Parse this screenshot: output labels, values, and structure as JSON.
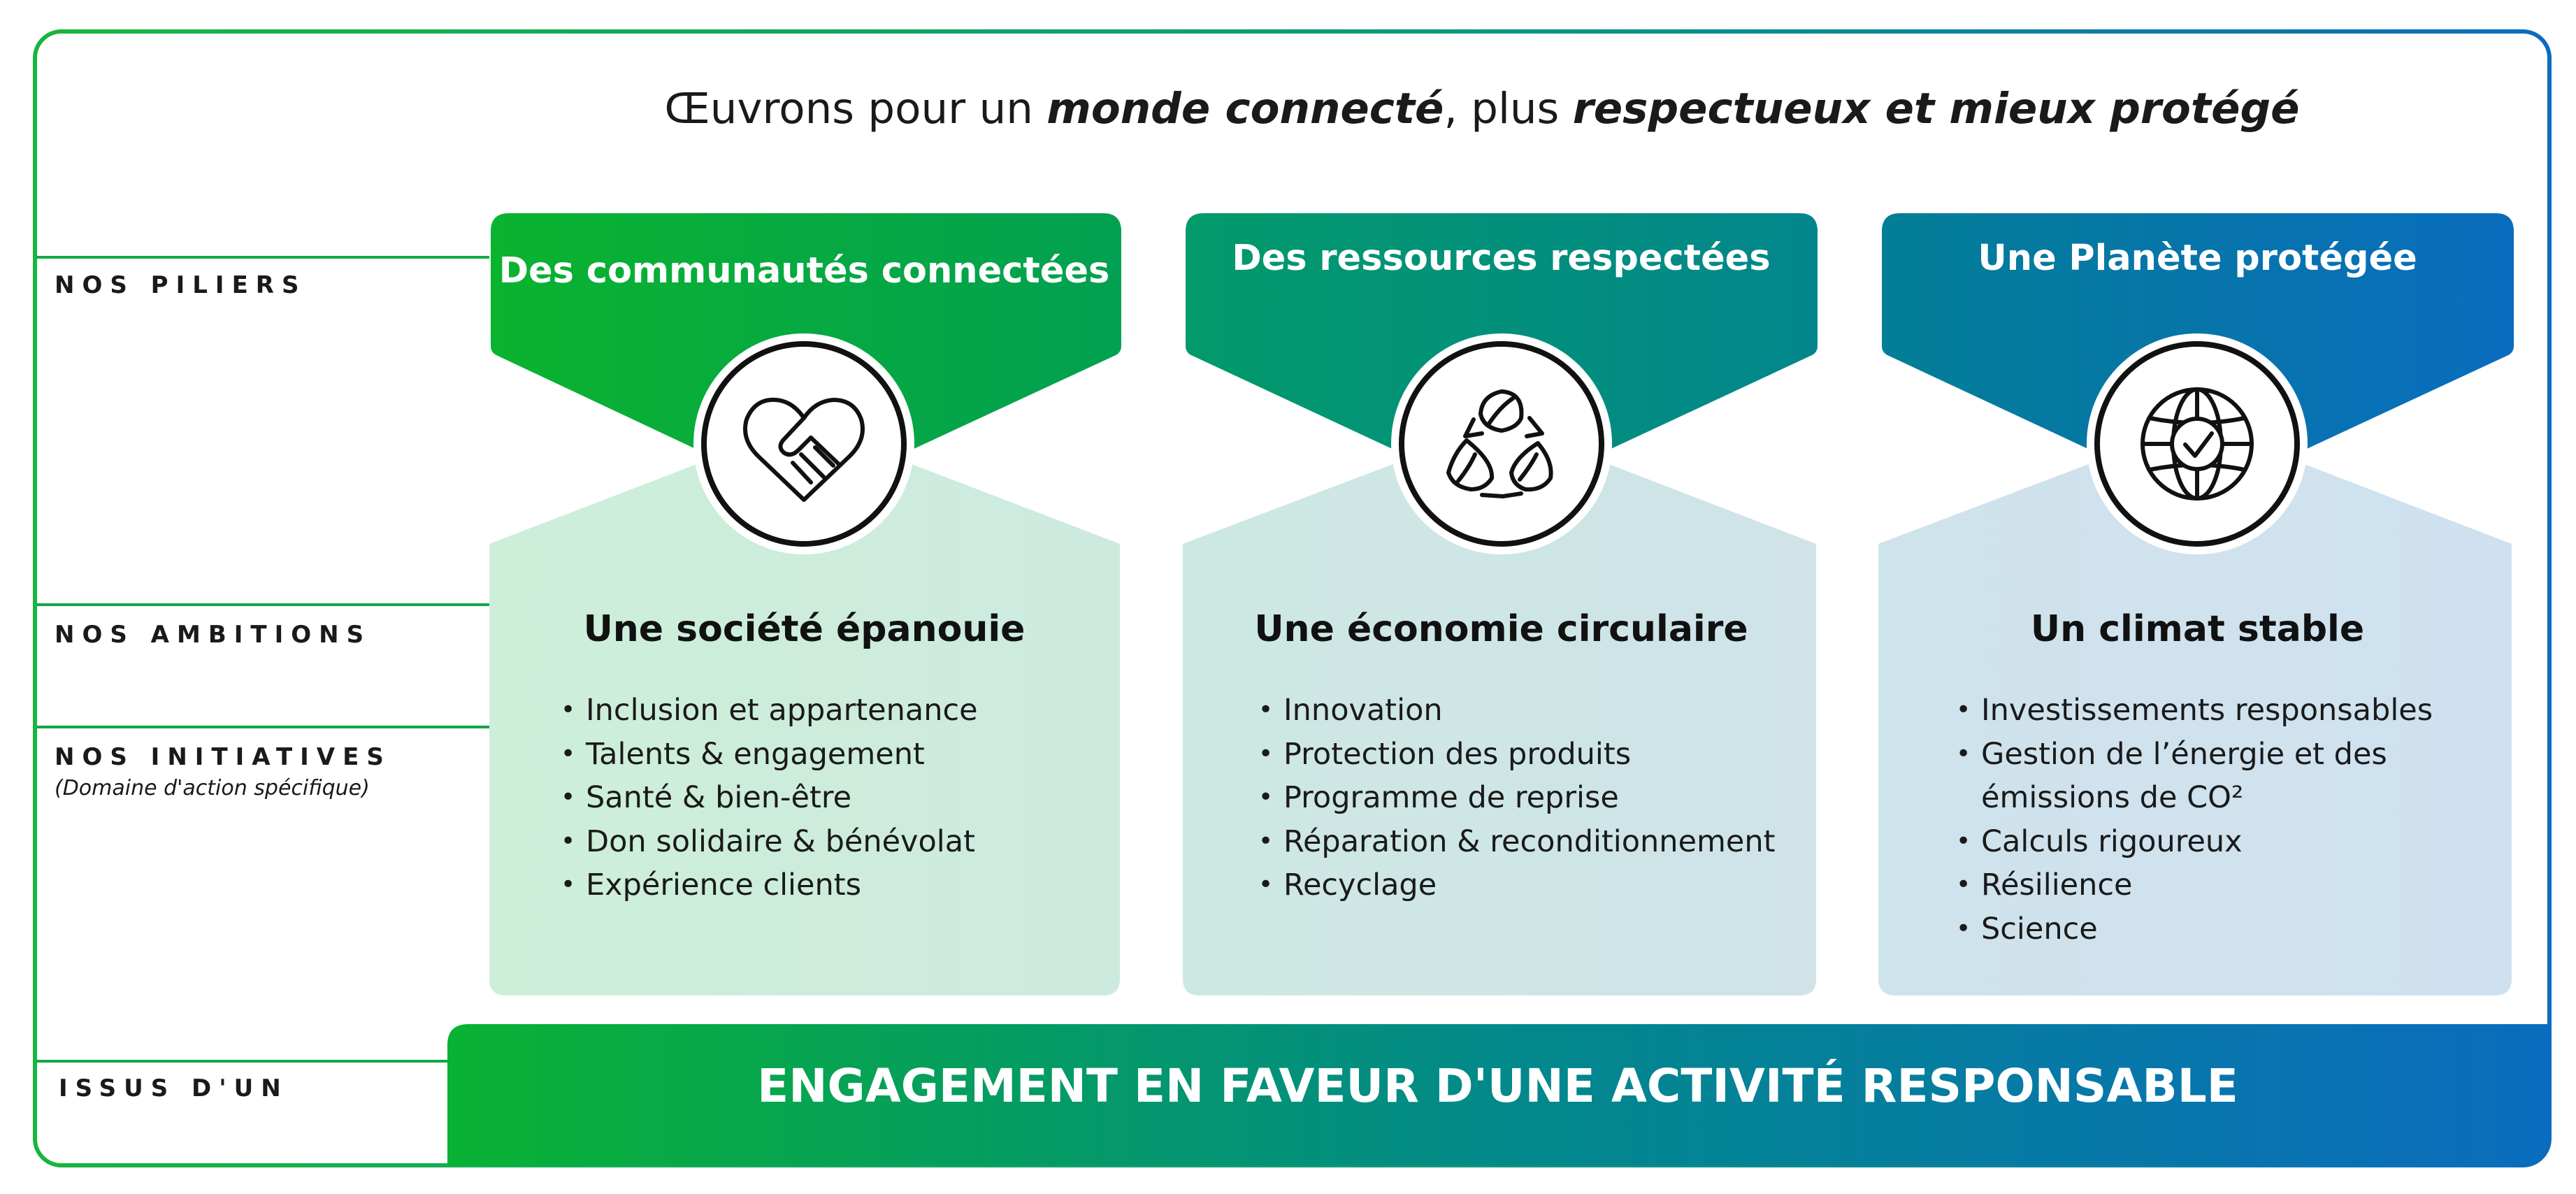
{
  "headline": {
    "prefix": "Œuvrons pour un ",
    "emph1": "monde connecté",
    "middle": ", plus ",
    "emph2": "respectueux et mieux protégé"
  },
  "rows": {
    "piliers": "NOS PILIERS",
    "ambitions": "NOS AMBITIONS",
    "initiatives": "NOS INITIATIVES",
    "initiatives_sub": "(Domaine d'action spécifique)",
    "issus": "ISSUS D'UN"
  },
  "columns": [
    {
      "pillar": "Des communautés connectées",
      "icon": "heart-handshake-icon",
      "ambition": "Une société épanouie",
      "initiatives": [
        "Inclusion et appartenance",
        "Talents & engagement",
        "Santé & bien-être",
        "Don solidaire & bénévolat",
        "Expérience clients"
      ]
    },
    {
      "pillar": "Des ressources respectées",
      "icon": "recycle-leaves-icon",
      "ambition": "Une économie circulaire",
      "initiatives": [
        "Innovation",
        "Protection des produits",
        "Programme de reprise",
        "Réparation & reconditionnement",
        "Recyclage"
      ]
    },
    {
      "pillar": "Une Planète protégée",
      "icon": "globe-check-icon",
      "ambition": "Un climat stable",
      "initiatives": [
        "Investissements responsables",
        "Gestion de l’énergie et des",
        "émissions de CO²",
        "Calculs rigoureux",
        "Résilience",
        "Science"
      ]
    }
  ],
  "banner": "ENGAGEMENT EN FAVEUR D'UNE ACTIVITÉ RESPONSABLE",
  "colors": {
    "green": "#08b233",
    "teal": "#02898a",
    "blue": "#0a6cbe",
    "frame_start": "#18b53f",
    "frame_end": "#0a6cbe",
    "panel_green": "#cdeedc",
    "panel_teal": "#cfe6e6",
    "panel_blue": "#cfe2f0"
  }
}
